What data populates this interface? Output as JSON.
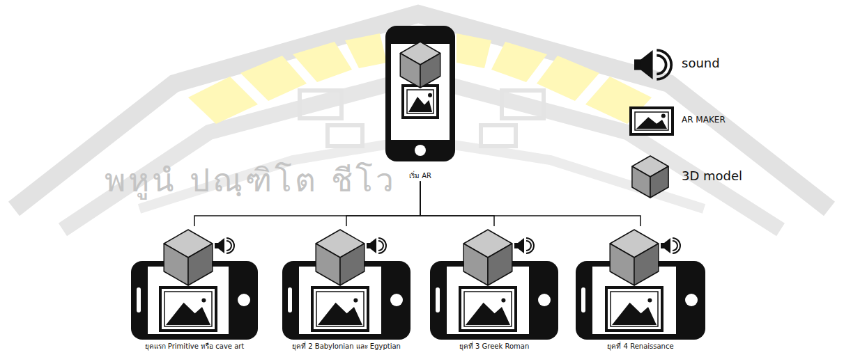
{
  "diagram": {
    "nodes": [
      {
        "text": [
          "เริ่ม AR"
        ]
      },
      {
        "text": [
          "ยุคแรก Primitive หรือ cave art"
        ]
      },
      {
        "text": [
          "ยุคที่ 2 Babylonian และ Egyptian"
        ]
      },
      {
        "text": [
          "ยุคที่ 3 Greek Roman"
        ]
      },
      {
        "text": [
          "ยุคที่ 4 Renaissance"
        ]
      }
    ],
    "edges": [
      {
        "from": 0,
        "to": 1,
        "arrow": "none"
      },
      {
        "from": 0,
        "to": 2,
        "arrow": "none"
      },
      {
        "from": 0,
        "to": 3,
        "arrow": "none"
      },
      {
        "from": 0,
        "to": 4,
        "arrow": "none"
      }
    ],
    "labels": [
      "พหูนํ ปณฺฑิโต ชีโว"
    ],
    "legend": [
      {
        "text": "sound"
      },
      {
        "text": "AR MAKER"
      },
      {
        "text": "3D model"
      }
    ]
  }
}
